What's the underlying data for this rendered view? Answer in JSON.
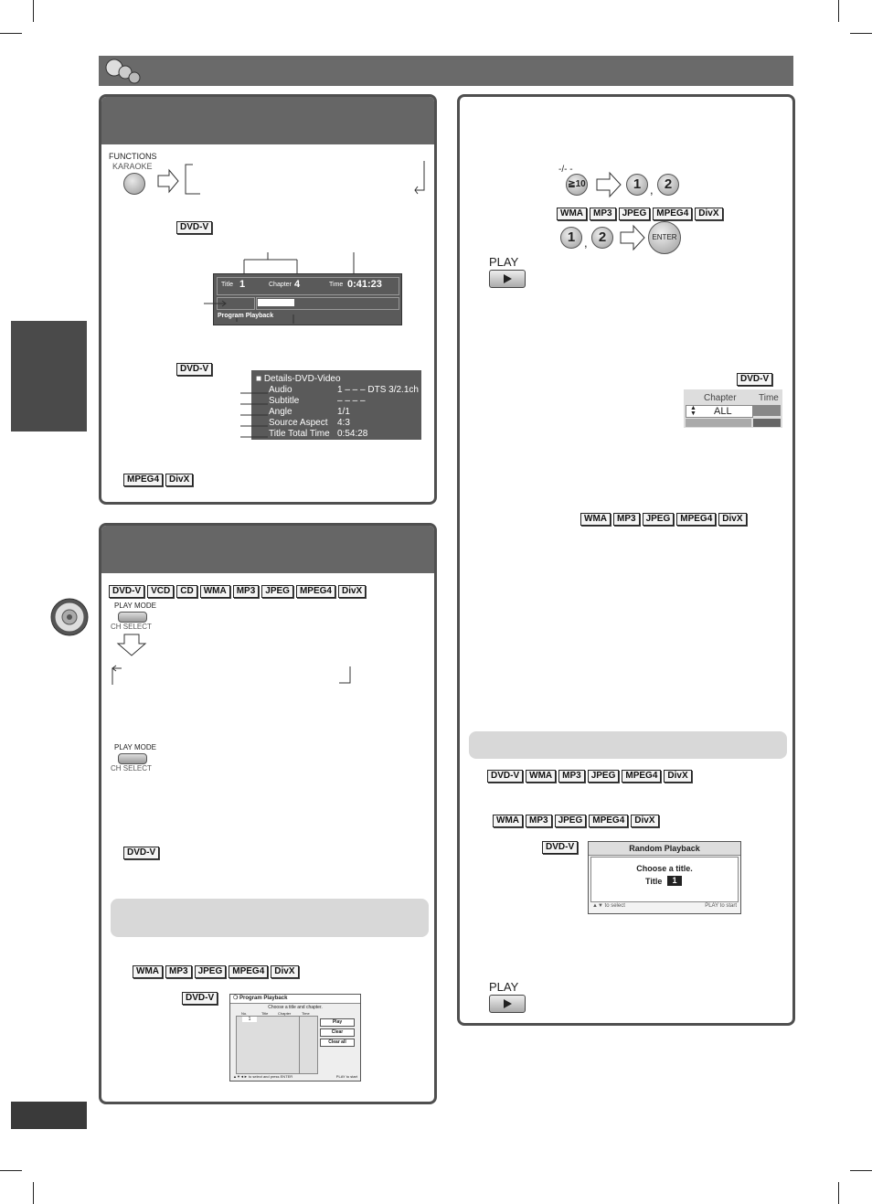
{
  "functions": {
    "functions_label": "FUNCTIONS",
    "karaoke_label": "KARAOKE"
  },
  "formats": {
    "dvdv": "DVD-V",
    "vcd": "VCD",
    "cd": "CD",
    "wma": "WMA",
    "mp3": "MP3",
    "jpeg": "JPEG",
    "mpeg4": "MPEG4",
    "divx": "DivX"
  },
  "osd_status": {
    "title_label": "Title",
    "title_value": "1",
    "chapter_label": "Chapter",
    "chapter_value": "4",
    "time_label": "Time",
    "time_value": "0:41:23",
    "mode_label": "Program Playback"
  },
  "osd_details": {
    "header": "■ Details-DVD-Video",
    "rows": [
      {
        "label": "Audio",
        "value": "1   – – – DTS 3/2.1ch"
      },
      {
        "label": "Subtitle",
        "value": "–   – – –"
      },
      {
        "label": "Angle",
        "value": "1/1"
      },
      {
        "label": "Source Aspect",
        "value": "4:3"
      },
      {
        "label": "Title Total Time",
        "value": "0:54:28"
      }
    ]
  },
  "play_mode": {
    "label": "PLAY MODE",
    "sub": "CH SELECT"
  },
  "program_screen": {
    "title": "❍ Program Playback",
    "instruction": "Choose a title and chapter.",
    "columns": [
      "No.",
      "Title",
      "Chapter",
      "Time"
    ],
    "first_no": "1",
    "buttons": [
      "Play",
      "Clear",
      "Clear all"
    ],
    "footer_left": "▲▼◄► to select and press ENTER",
    "footer_right": "PLAY to start"
  },
  "numeric": {
    "tenkey": "-/- -",
    "ten_symbol": "≧10",
    "one": "1",
    "two": "2",
    "comma": ",",
    "enter": "ENTER",
    "play": "PLAY"
  },
  "chapter_screen": {
    "chapter_label": "Chapter",
    "time_label": "Time",
    "value": "ALL"
  },
  "random_screen": {
    "title": "Random Playback",
    "line1": "Choose a title.",
    "title_label": "Title",
    "title_value": "1",
    "footer_left": "▲▼ to select",
    "footer_right": "PLAY to start"
  }
}
